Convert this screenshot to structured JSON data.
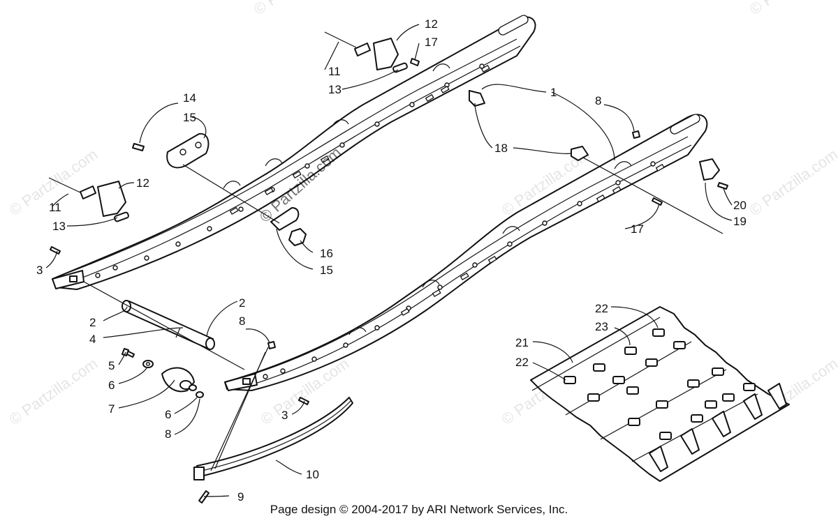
{
  "watermark": {
    "main": "© Partzilla.com",
    "tile": "© Partzilla.com"
  },
  "footer": "Page design © 2004-2017 by ARI Network Services, Inc.",
  "callouts": [
    {
      "id": "c1",
      "label": "1"
    },
    {
      "id": "c2a",
      "label": "2"
    },
    {
      "id": "c2b",
      "label": "2"
    },
    {
      "id": "c3a",
      "label": "3"
    },
    {
      "id": "c3b",
      "label": "3"
    },
    {
      "id": "c4",
      "label": "4"
    },
    {
      "id": "c5",
      "label": "5"
    },
    {
      "id": "c6a",
      "label": "6"
    },
    {
      "id": "c6b",
      "label": "6"
    },
    {
      "id": "c7",
      "label": "7"
    },
    {
      "id": "c8a",
      "label": "8"
    },
    {
      "id": "c8b",
      "label": "8"
    },
    {
      "id": "c8c",
      "label": "8"
    },
    {
      "id": "c9",
      "label": "9"
    },
    {
      "id": "c10",
      "label": "10"
    },
    {
      "id": "c11a",
      "label": "11"
    },
    {
      "id": "c11b",
      "label": "11"
    },
    {
      "id": "c12a",
      "label": "12"
    },
    {
      "id": "c12b",
      "label": "12"
    },
    {
      "id": "c13a",
      "label": "13"
    },
    {
      "id": "c13b",
      "label": "13"
    },
    {
      "id": "c14",
      "label": "14"
    },
    {
      "id": "c15a",
      "label": "15"
    },
    {
      "id": "c15b",
      "label": "15"
    },
    {
      "id": "c16",
      "label": "16"
    },
    {
      "id": "c17a",
      "label": "17"
    },
    {
      "id": "c17b",
      "label": "17"
    },
    {
      "id": "c18",
      "label": "18"
    },
    {
      "id": "c19",
      "label": "19"
    },
    {
      "id": "c20",
      "label": "20"
    },
    {
      "id": "c21",
      "label": "21"
    },
    {
      "id": "c22a",
      "label": "22"
    },
    {
      "id": "c22b",
      "label": "22"
    },
    {
      "id": "c23",
      "label": "23"
    }
  ]
}
